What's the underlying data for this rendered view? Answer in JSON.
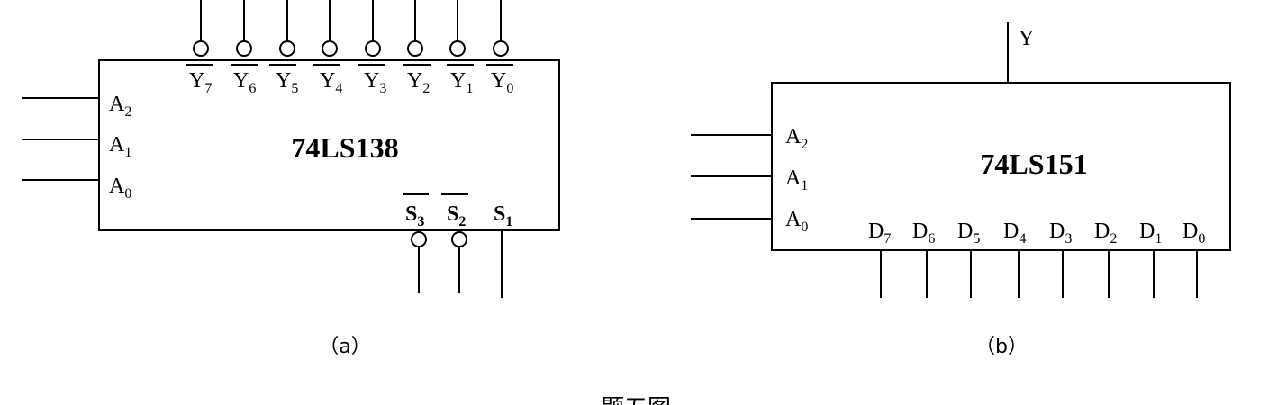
{
  "diagram_a": {
    "chip_name": "74LS138",
    "caption": "（a）",
    "inputs": [
      {
        "base": "A",
        "sub": "2"
      },
      {
        "base": "A",
        "sub": "1"
      },
      {
        "base": "A",
        "sub": "0"
      }
    ],
    "outputs": [
      {
        "base": "Y",
        "sub": "7"
      },
      {
        "base": "Y",
        "sub": "6"
      },
      {
        "base": "Y",
        "sub": "5"
      },
      {
        "base": "Y",
        "sub": "4"
      },
      {
        "base": "Y",
        "sub": "3"
      },
      {
        "base": "Y",
        "sub": "2"
      },
      {
        "base": "Y",
        "sub": "1"
      },
      {
        "base": "Y",
        "sub": "0"
      }
    ],
    "enables": [
      {
        "base": "S",
        "sub": "3"
      },
      {
        "base": "S",
        "sub": "2"
      },
      {
        "base": "S",
        "sub": "1"
      }
    ]
  },
  "diagram_b": {
    "chip_name": "74LS151",
    "caption": "（b）",
    "output": "Y",
    "inputs": [
      {
        "base": "A",
        "sub": "2"
      },
      {
        "base": "A",
        "sub": "1"
      },
      {
        "base": "A",
        "sub": "0"
      }
    ],
    "data_inputs": [
      {
        "base": "D",
        "sub": "7"
      },
      {
        "base": "D",
        "sub": "6"
      },
      {
        "base": "D",
        "sub": "5"
      },
      {
        "base": "D",
        "sub": "4"
      },
      {
        "base": "D",
        "sub": "3"
      },
      {
        "base": "D",
        "sub": "2"
      },
      {
        "base": "D",
        "sub": "1"
      },
      {
        "base": "D",
        "sub": "0"
      }
    ]
  },
  "figure_caption": "题五图"
}
